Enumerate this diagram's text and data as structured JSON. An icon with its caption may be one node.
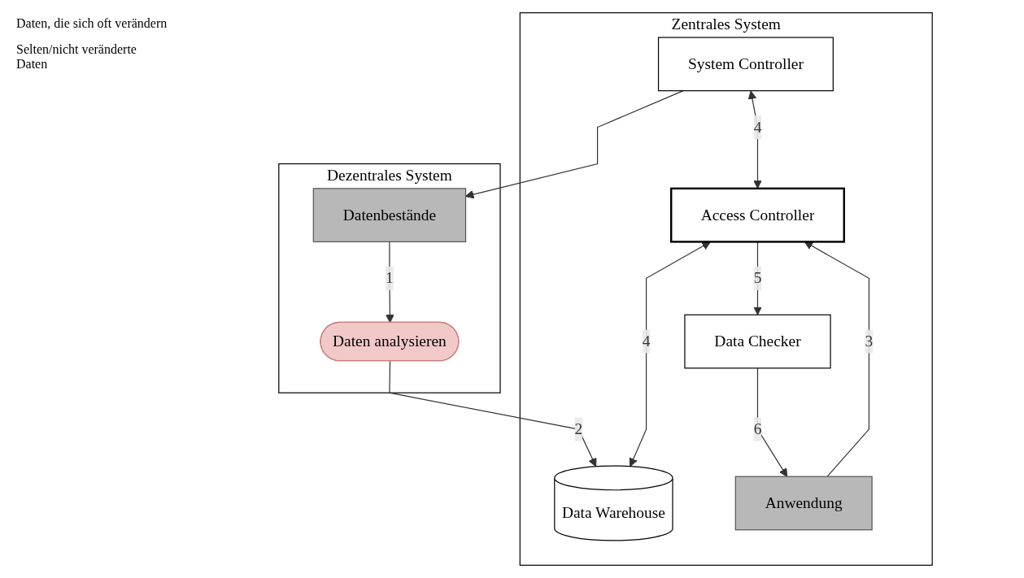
{
  "diagram": {
    "nodes": [
      {
        "text": [
          "Dezentrales System"
        ]
      },
      {
        "text": [
          "Datenbestände"
        ],
        "in": 0
      },
      {
        "text": [
          "Daten analysieren"
        ],
        "in": 0
      },
      {
        "text": [
          "Zentrales System"
        ]
      },
      {
        "text": [
          "System Controller"
        ],
        "in": 3
      },
      {
        "text": [
          "Data Warehouse"
        ],
        "in": 3
      },
      {
        "text": [
          "Access Controller"
        ],
        "in": 3
      },
      {
        "text": [
          "Data Checker"
        ],
        "in": 3
      },
      {
        "text": [
          "Anwendung"
        ],
        "in": 3
      }
    ],
    "edges": [
      {
        "from": 1,
        "to": 2,
        "arrow": "to",
        "label": "1"
      },
      {
        "from": 2,
        "to": 5,
        "arrow": "to",
        "label": "2"
      },
      {
        "from": 4,
        "to": 1,
        "arrow": "to"
      },
      {
        "from": 4,
        "to": 6,
        "arrow": "both",
        "label": "4"
      },
      {
        "from": 6,
        "to": 5,
        "arrow": "both",
        "label": "4"
      },
      {
        "from": 8,
        "to": 6,
        "arrow": "to",
        "label": "3"
      },
      {
        "from": 6,
        "to": 7,
        "arrow": "to",
        "label": "5"
      },
      {
        "from": 7,
        "to": 8,
        "arrow": "to",
        "label": "6"
      }
    ],
    "labels": [
      "Daten, die sich oft verändern",
      "Selten/nicht veränderte Daten"
    ]
  }
}
